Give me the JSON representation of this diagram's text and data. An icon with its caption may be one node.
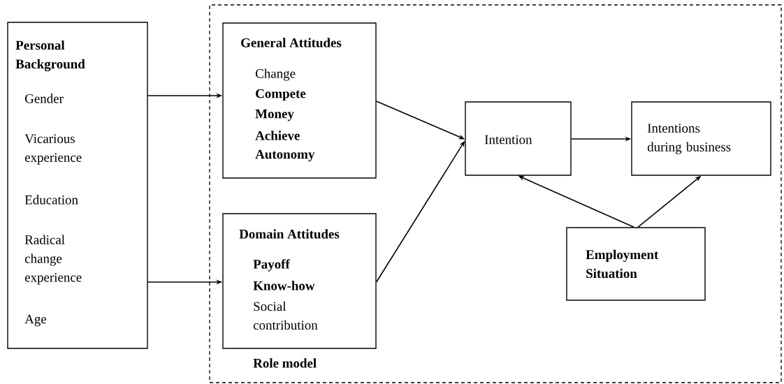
{
  "diagram": {
    "nodes": [
      {
        "text": [
          "Personal Background",
          "Gender",
          "Vicarious experience",
          "Education",
          "Radical change experience",
          "Age"
        ]
      },
      {
        "text": [],
        "shape": "box"
      },
      {
        "text": [
          "General Attitudes",
          "Change",
          "Compete",
          "Money",
          "Achieve",
          "Autonomy"
        ],
        "in": 1
      },
      {
        "text": [
          "Domain Attitudes",
          "Payoff",
          "Know-how",
          "Social contribution"
        ],
        "beside": [
          "Role model"
        ],
        "in": 1
      },
      {
        "text": [
          "Intention"
        ],
        "in": 1
      },
      {
        "text": [
          "Intentions during business"
        ],
        "in": 1
      },
      {
        "text": [
          "Employment Situation"
        ],
        "in": 1
      }
    ],
    "edges": [
      {
        "from": 0,
        "to": 2,
        "arrow": "to"
      },
      {
        "from": 0,
        "to": 3,
        "arrow": "to"
      },
      {
        "from": 2,
        "to": 4,
        "arrow": "to"
      },
      {
        "from": 3,
        "to": 4,
        "arrow": "to"
      },
      {
        "from": 4,
        "to": 5,
        "arrow": "to"
      },
      {
        "from": 6,
        "to": 4,
        "arrow": "to"
      },
      {
        "from": 6,
        "to": 5,
        "arrow": "to"
      }
    ]
  }
}
